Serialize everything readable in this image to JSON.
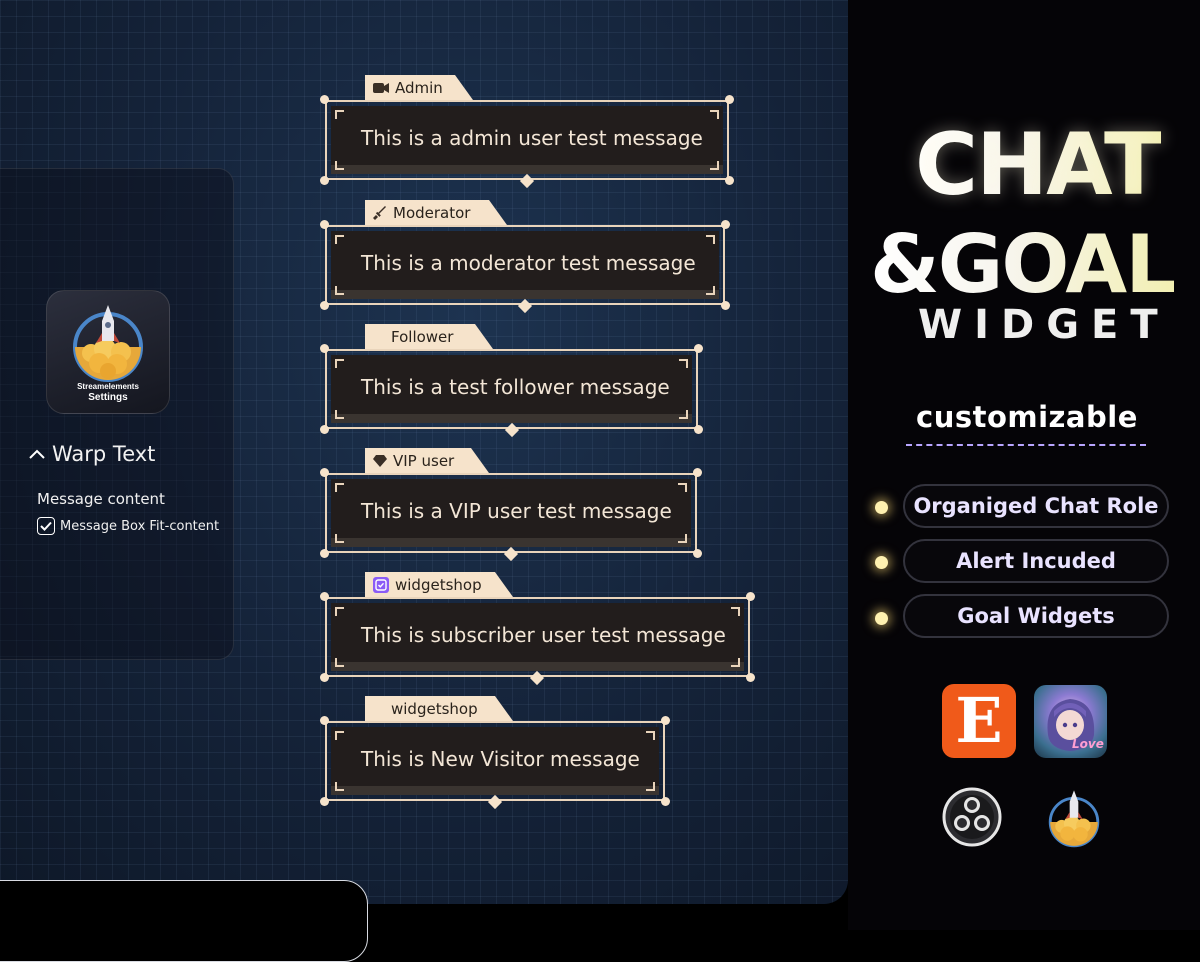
{
  "settings": {
    "app_caption_1": "Streamelements",
    "app_caption_2": "Settings",
    "section_title": "Warp Text",
    "field_label": "Message content",
    "checkbox_label": "Message Box Fit-content",
    "checkbox_checked": true
  },
  "chat": [
    {
      "role": "Admin",
      "icon": "video-camera-icon",
      "message": "This is a admin user test message"
    },
    {
      "role": "Moderator",
      "icon": "sword-icon",
      "message": "This is a moderator test message"
    },
    {
      "role": "Follower",
      "icon": "",
      "message": "This is a test follower message"
    },
    {
      "role": "VIP user",
      "icon": "diamond-icon",
      "message": "This is a VIP user test message"
    },
    {
      "role": "widgetshop",
      "icon": "subscriber-badge-icon",
      "message": "This is subscriber user test message"
    },
    {
      "role": "widgetshop",
      "icon": "",
      "message": "This is New Visitor message"
    }
  ],
  "promo": {
    "title_line1": "CHAT",
    "title_line2": "&GOAL",
    "title_line3": "WIDGET",
    "tagline": "customizable",
    "features": [
      "Organiged Chat Role",
      "Alert Incuded",
      "Goal Widgets"
    ],
    "etsy_letter": "E",
    "anime_label": "Love"
  },
  "colors": {
    "tab_bg": "#f6e3cb",
    "box_bg": "#221d1c",
    "frame": "#e9d4bb",
    "message_text": "#f3e6d6",
    "subscriber_badge": "#8b5cf6",
    "etsy_orange": "#f05a1a",
    "bullet_glow": "#fff1b0",
    "dash_purple": "#b9a6ff"
  }
}
